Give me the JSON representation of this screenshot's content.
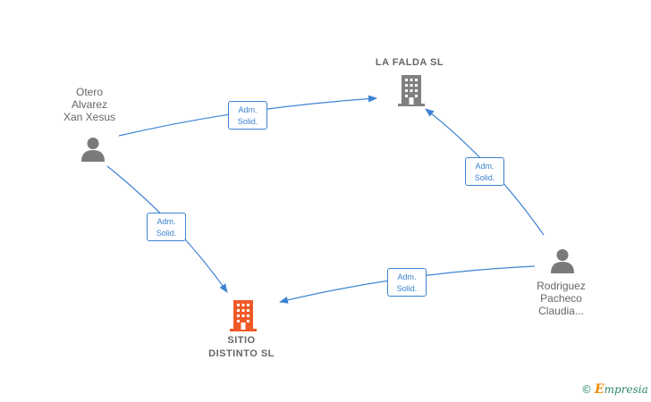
{
  "nodes": {
    "person_otero": {
      "name": "Otero\nAlvarez\nXan Xesus"
    },
    "person_rodriguez": {
      "name": "Rodriguez\nPacheco\nClaudia..."
    },
    "company_lafalda": {
      "name": "LA FALDA  SL",
      "color": "#808080"
    },
    "company_sitio": {
      "name": "SITIO\nDISTINTO  SL",
      "color": "#f05a28"
    }
  },
  "edges": {
    "otero_lafalda": {
      "line1": "Adm.",
      "line2": "Solid."
    },
    "otero_sitio": {
      "line1": "Adm.",
      "line2": "Solid."
    },
    "rodriguez_lafalda": {
      "line1": "Adm.",
      "line2": "Solid."
    },
    "rodriguez_sitio": {
      "line1": "Adm.",
      "line2": "Solid."
    }
  },
  "colors": {
    "edge": "#3c82d2",
    "person": "#7a7a7a"
  },
  "brand": {
    "copyright": "©",
    "initial": "E",
    "rest": "mpresia"
  }
}
